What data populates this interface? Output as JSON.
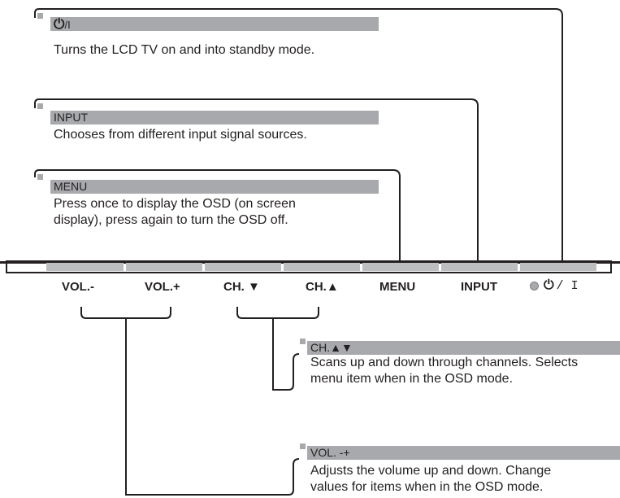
{
  "callouts": {
    "power": {
      "header_icon": "⏻",
      "header_suffix": "/I",
      "description": "Turns the LCD TV on and into standby mode."
    },
    "input": {
      "header": "INPUT",
      "description": "Chooses from different input signal sources."
    },
    "menu": {
      "header": "MENU",
      "description": "Press once to display the OSD (on screen\ndisplay), press again to turn the OSD off."
    },
    "channel": {
      "header": "CH.▲▼",
      "description": "Scans up and down through channels. Selects\nmenu item when in the OSD mode."
    },
    "volume": {
      "header": "VOL. -+",
      "description": "Adjusts the volume up and down. Change\nvalues for items when in the OSD mode."
    }
  },
  "buttons": [
    {
      "label": "VOL.-"
    },
    {
      "label": "VOL.+"
    },
    {
      "label": "CH. ▼"
    },
    {
      "label": "CH.▲"
    },
    {
      "label": "MENU"
    },
    {
      "label": "INPUT"
    }
  ],
  "power_button": {
    "indicator": "led-indicator",
    "icon": "⏻",
    "suffix": "/ I"
  },
  "colors": {
    "header_bar": "#a7a9ac",
    "line": "#231f20",
    "panel_button": "#bcbec0"
  }
}
